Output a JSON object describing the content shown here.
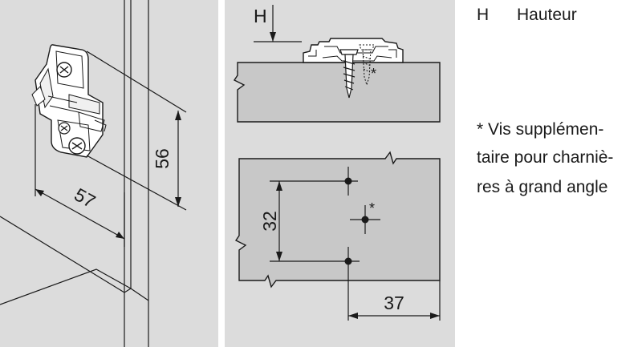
{
  "dimensions": {
    "iso_height": "56",
    "iso_depth": "57",
    "hole_spacing": "32",
    "hole_offset": "37",
    "height_symbol": "H",
    "extra_screw_mark": "*"
  },
  "legend": {
    "symbol": "H",
    "label": "Hauteur",
    "note_lines": [
      "* Vis supplémen-",
      "taire pour charniè-",
      "res à grand angle"
    ]
  },
  "colors": {
    "panel_bg": "#dcdcdc",
    "part_fill": "#c8c8c8",
    "ink": "#1a1a1a",
    "white": "#ffffff"
  }
}
